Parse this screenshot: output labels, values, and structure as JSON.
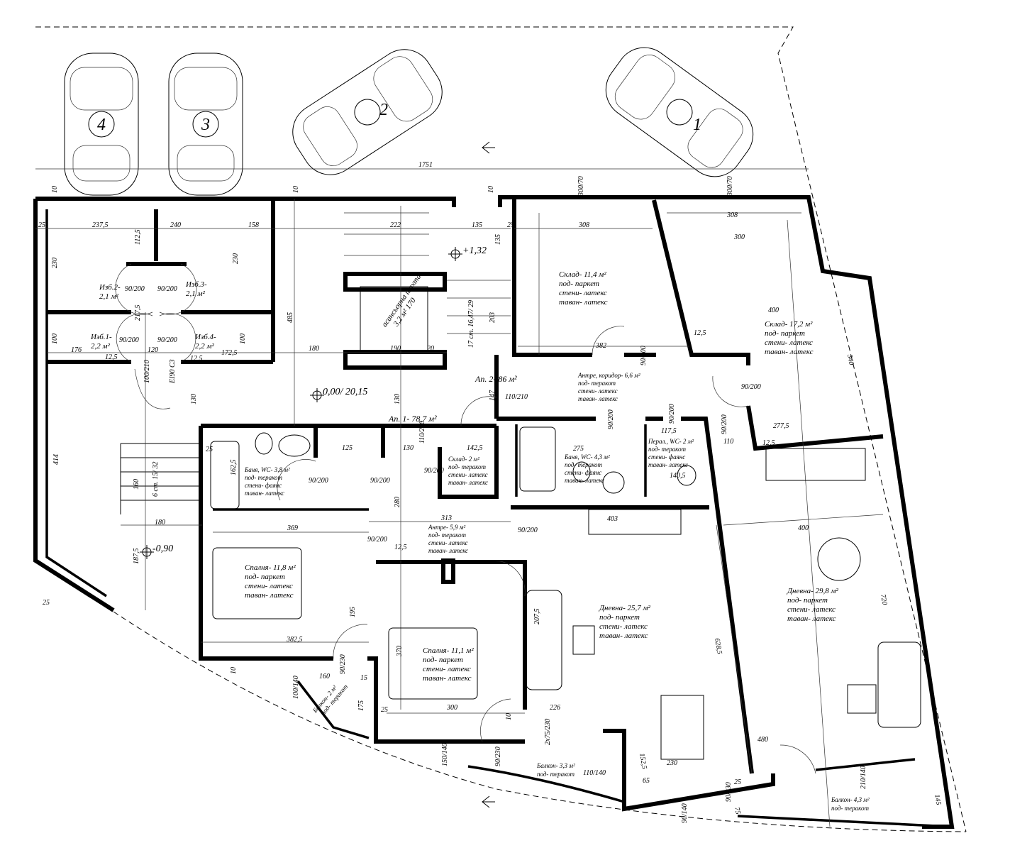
{
  "plan": {
    "cars": [
      "1",
      "2",
      "3",
      "4"
    ],
    "rooms": [
      {
        "lines": [
          "Изб.2-",
          "2,1 м²"
        ]
      },
      {
        "lines": [
          "Изб.3-",
          "2,1 м²"
        ]
      },
      {
        "lines": [
          "Изб.1-",
          "2,2 м²"
        ]
      },
      {
        "lines": [
          "Изб.4-",
          "2,2 м²"
        ]
      },
      {
        "lines": [
          "асансьорна шахта",
          "3,2 м² 170"
        ]
      },
      {
        "lines": [
          "Склад- 11,4 м²",
          "под- паркет",
          "стени- латекс",
          "таван- латекс"
        ]
      },
      {
        "lines": [
          "Склад- 17,2 м²",
          "под- паркет",
          "стени- латекс",
          "таван- латекс"
        ]
      },
      {
        "lines": [
          "Антре, коридор- 6,6 м²",
          "под- теракот",
          "стени- латекс",
          "таван- латекс"
        ]
      },
      {
        "lines": [
          "Ап. 2- 86 м²"
        ]
      },
      {
        "lines": [
          "Ап. 1- 78,7 м²"
        ]
      },
      {
        "lines": [
          "Баня, WC- 3,8 м²",
          "под- теракот",
          "стени- фаянс",
          "таван- латекс"
        ]
      },
      {
        "lines": [
          "Склад- 2 м²",
          "под- теракот",
          "стени- латекс",
          "таван- латекс"
        ]
      },
      {
        "lines": [
          "Баня, WC- 4,3 м²",
          "под- теракот",
          "стени- фаянс",
          "таван- латекс"
        ]
      },
      {
        "lines": [
          "Перал., WC- 2 м²",
          "под- теракот",
          "стени- фаянс",
          "таван- латекс"
        ]
      },
      {
        "lines": [
          "Антре- 5,9 м²",
          "под- теракот",
          "стени- латекс",
          "таван- латекс"
        ]
      },
      {
        "lines": [
          "Спалня- 11,8 м²",
          "под- паркет",
          "стени- латекс",
          "таван- латекс"
        ]
      },
      {
        "lines": [
          "Спалня- 11,1 м²",
          "под- паркет",
          "стени- латекс",
          "таван- латекс"
        ]
      },
      {
        "lines": [
          "Дневна- 25,7 м²",
          "под- паркет",
          "стени- латекс",
          "таван- латекс"
        ]
      },
      {
        "lines": [
          "Дневна- 29,8 м²",
          "под- паркет",
          "стени- латекс",
          "таван- латекс"
        ]
      },
      {
        "lines": [
          "Балкон- 2 м²",
          "под- теракот"
        ]
      },
      {
        "lines": [
          "Балкон- 3,3 м²",
          "под- теракот"
        ]
      },
      {
        "lines": [
          "Балкон- 4,3 м²",
          "под- теракот"
        ]
      }
    ],
    "levels": [
      "+1,32",
      "0,00/ 20,15",
      "-0,90"
    ],
    "stairs": [
      "6 ст. 15/ 32",
      "17 ст. 16,47/ 29"
    ],
    "fire_door": "EI90 C3",
    "doors": [
      "90/200",
      "90/200",
      "90/200",
      "90/200",
      "100/210",
      "110/210",
      "110/210",
      "90/200",
      "90/200",
      "90/200",
      "90/200",
      "90/200",
      "90/200",
      "90/200",
      "90/200",
      "90/200",
      "90/200",
      "90/230",
      "90/230",
      "90/230",
      "2x75/230",
      "110/140",
      "90/140",
      "150/140",
      "100/140",
      "210/140"
    ],
    "dims": [
      "1751",
      "10",
      "10",
      "10",
      "300/70",
      "300/70",
      "237,5",
      "240",
      "25",
      "158",
      "222",
      "135",
      "25",
      "308",
      "308",
      "300",
      "485",
      "180",
      "190",
      "20",
      "382",
      "400",
      "340",
      "277,5",
      "414",
      "180",
      "369",
      "313",
      "382,5",
      "300",
      "160",
      "400",
      "720",
      "628,5",
      "207,5",
      "226",
      "275",
      "117,5",
      "140,5",
      "125",
      "130",
      "142,5",
      "403",
      "187,5",
      "230",
      "65",
      "152,5",
      "480",
      "145",
      "75",
      "112,5",
      "230",
      "230",
      "217,5",
      "100",
      "176",
      "120",
      "172,5",
      "100",
      "135",
      "203",
      "130",
      "130",
      "147",
      "162,5",
      "280",
      "195",
      "370",
      "110",
      "12,5",
      "12,5",
      "12,5",
      "12,5",
      "12,5",
      "25",
      "25",
      "25",
      "10",
      "10",
      "175",
      "15",
      "160",
      "25"
    ]
  }
}
